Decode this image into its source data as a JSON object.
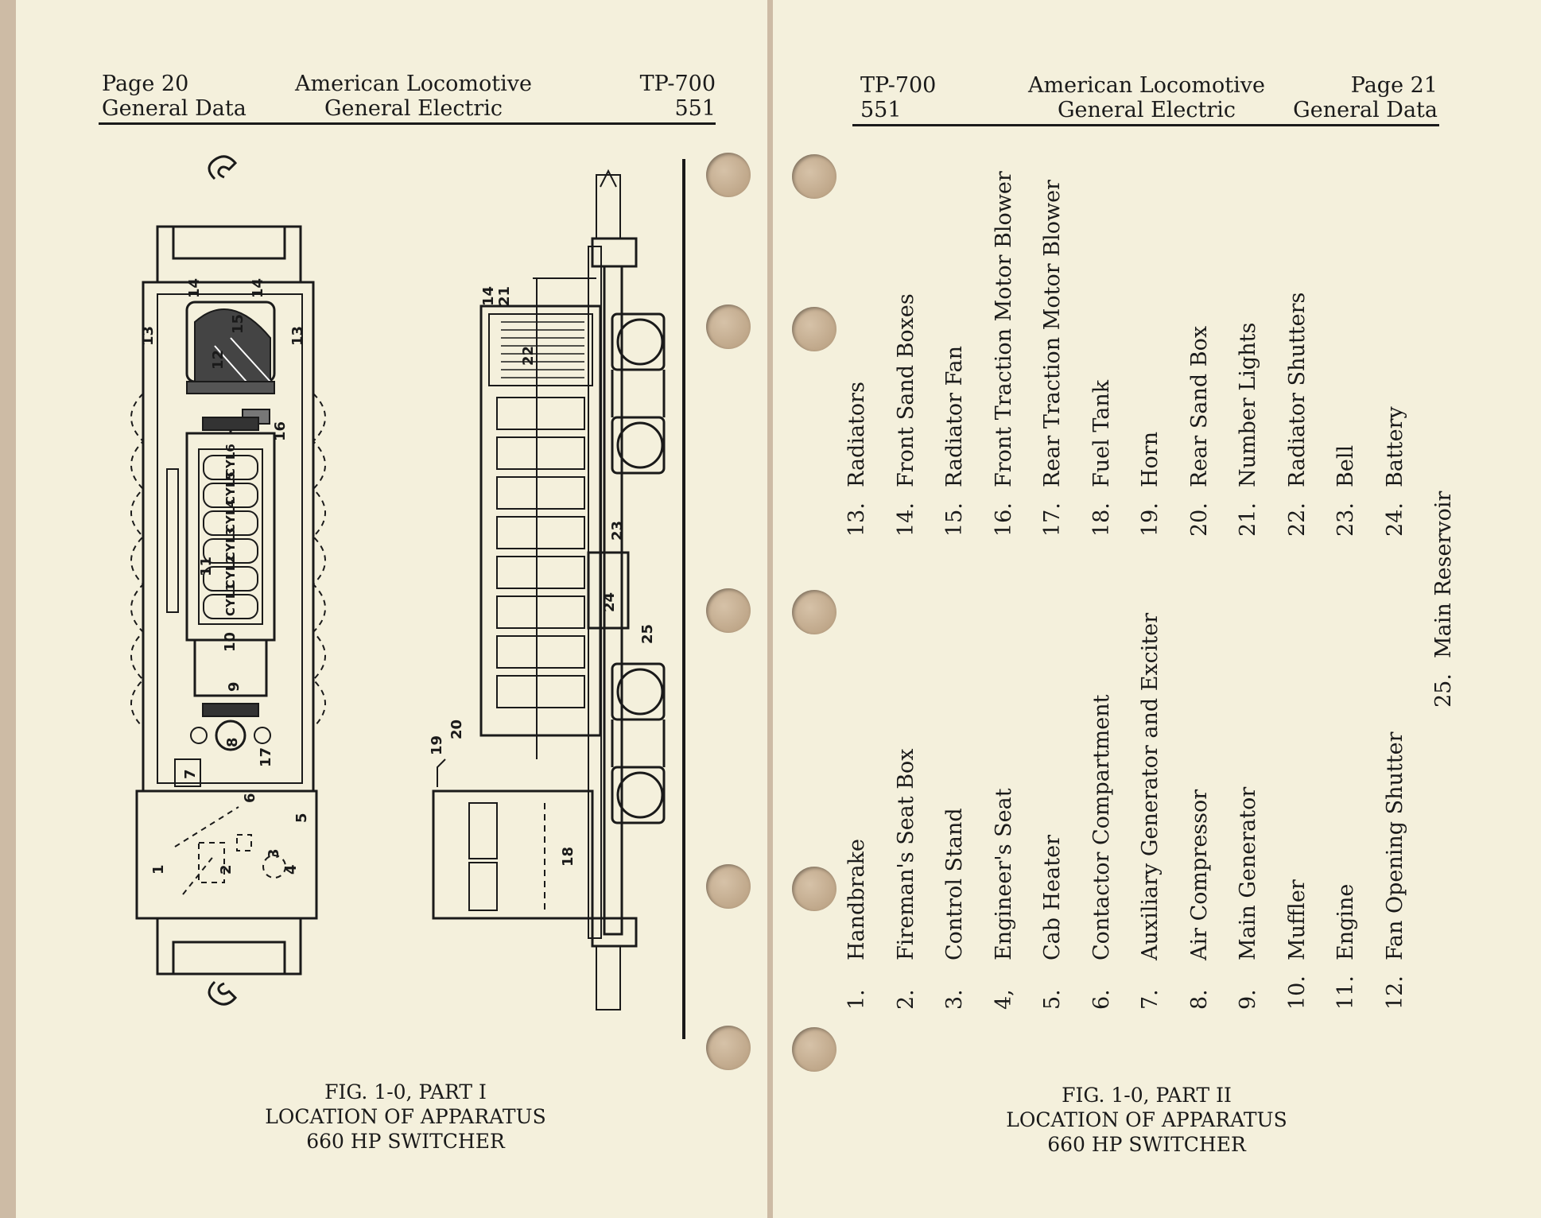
{
  "left_page": {
    "header": {
      "page_number": "Page 20",
      "section": "General Data",
      "company": "American Locomotive",
      "company2": "General Electric",
      "doc_code": "TP-700",
      "doc_num": "551"
    },
    "caption": {
      "line1": "FIG. 1-0, PART I",
      "line2": "LOCATION OF APPARATUS",
      "line3": "660 HP SWITCHER"
    },
    "diagram_labels": {
      "cyl": [
        "CYL6",
        "CYL5",
        "CYL4",
        "CYL3",
        "CYL2",
        "CYL1"
      ],
      "plan": [
        "1",
        "2",
        "3",
        "4",
        "5",
        "6",
        "7",
        "8",
        "9",
        "10",
        "11",
        "12",
        "13",
        "13",
        "14",
        "14",
        "15",
        "16",
        "17"
      ],
      "side": [
        "14",
        "21",
        "22",
        "23",
        "24",
        "25",
        "20",
        "19",
        "18"
      ]
    }
  },
  "right_page": {
    "header": {
      "doc_code": "TP-700",
      "doc_num": "551",
      "company": "American Locomotive",
      "company2": "General Electric",
      "page_number": "Page 21",
      "section": "General Data"
    },
    "caption": {
      "line1": "FIG. 1-0, PART II",
      "line2": "LOCATION OF APPARATUS",
      "line3": "660 HP SWITCHER"
    },
    "legend": [
      {
        "num": "1.",
        "label": "Handbrake"
      },
      {
        "num": "2.",
        "label": "Fireman's Seat Box"
      },
      {
        "num": "3.",
        "label": "Control Stand"
      },
      {
        "num": "4,",
        "label": "Engineer's Seat"
      },
      {
        "num": "5.",
        "label": "Cab Heater"
      },
      {
        "num": "6.",
        "label": "Contactor Compartment"
      },
      {
        "num": "7.",
        "label": "Auxiliary Generator and Exciter"
      },
      {
        "num": "8.",
        "label": "Air Compressor"
      },
      {
        "num": "9.",
        "label": "Main Generator"
      },
      {
        "num": "10.",
        "label": "Muffler"
      },
      {
        "num": "11.",
        "label": "Engine"
      },
      {
        "num": "12.",
        "label": "Fan Opening Shutter"
      },
      {
        "num": "13.",
        "label": "Radiators"
      },
      {
        "num": "14.",
        "label": "Front Sand Boxes"
      },
      {
        "num": "15.",
        "label": "Radiator Fan"
      },
      {
        "num": "16.",
        "label": "Front Traction Motor Blower"
      },
      {
        "num": "17.",
        "label": "Rear Traction Motor Blower"
      },
      {
        "num": "18.",
        "label": "Fuel Tank"
      },
      {
        "num": "19.",
        "label": "Horn"
      },
      {
        "num": "20.",
        "label": "Rear Sand Box"
      },
      {
        "num": "21.",
        "label": "Number Lights"
      },
      {
        "num": "22.",
        "label": "Radiator Shutters"
      },
      {
        "num": "23.",
        "label": "Bell"
      },
      {
        "num": "24.",
        "label": "Battery"
      },
      {
        "num": "25.",
        "label": "Main Reservoir"
      }
    ]
  }
}
